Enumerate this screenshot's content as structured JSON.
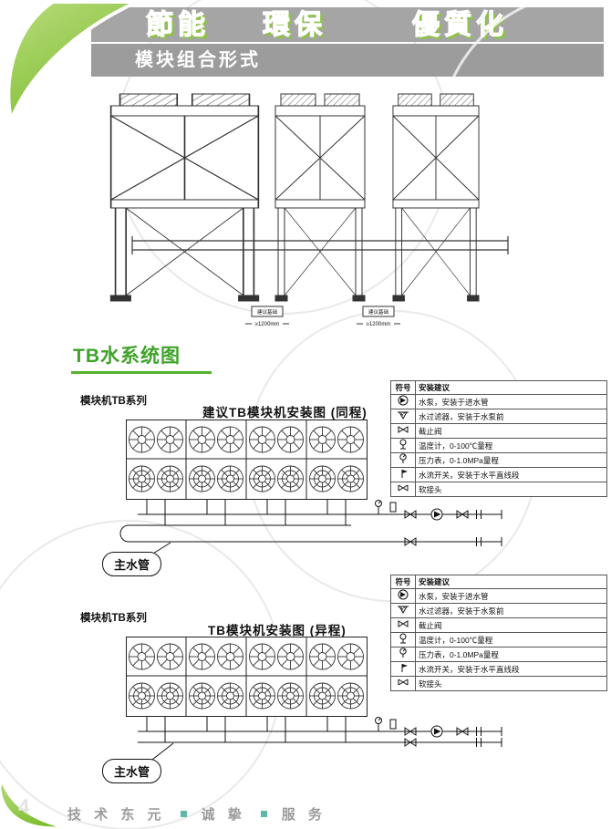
{
  "header": {
    "banner_words": [
      "節能",
      "環保",
      "優質化"
    ],
    "subtitle": "模块组合形式"
  },
  "module_drawing": {
    "foundation_label": "建议基础",
    "spacing_dimension": "≥1200mm"
  },
  "section_title": "TB水系统图",
  "diagram_same_return": {
    "series_label": "模块机TB系列",
    "title": "建议TB模块机安装图 (同程)",
    "main_pipe_label": "主水管"
  },
  "diagram_direct_return": {
    "series_label": "模块机TB系列",
    "title": "TB模块机安装图 (异程)",
    "main_pipe_label": "主水管"
  },
  "legend": {
    "header_symbol": "符号",
    "header_advice": "安装建议",
    "rows": [
      {
        "icon": "pump-icon",
        "text": "水泵，安装于进水管"
      },
      {
        "icon": "water-filter-icon",
        "text": "水过滤器，安装于水泵前"
      },
      {
        "icon": "stop-valve-icon",
        "text": "截止阀"
      },
      {
        "icon": "thermometer-icon",
        "text": "温度计，0-100℃量程"
      },
      {
        "icon": "pressure-gauge-icon",
        "text": "压力表，0-1.0MPa量程"
      },
      {
        "icon": "flow-switch-icon",
        "text": "水流开关，安装于水平直线段"
      },
      {
        "icon": "flexible-joint-icon",
        "text": "软接头"
      }
    ]
  },
  "footer": {
    "word_groups": [
      "技 术 东 元",
      "诚 挚",
      "服 务"
    ],
    "page_number": "4"
  },
  "colors": {
    "accent_green": "#8CC63E",
    "banner_gray": "#a5a5a5",
    "title_green": "#3fa32a",
    "footer_square_teal": "#5cb8a8"
  }
}
